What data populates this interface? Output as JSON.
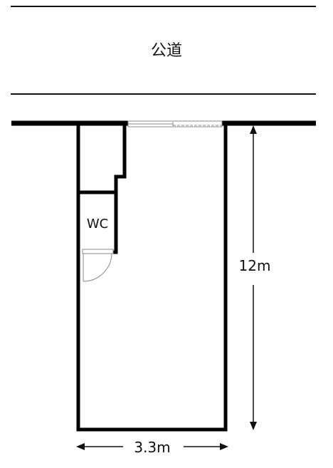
{
  "road": {
    "label": "公道"
  },
  "toilet": {
    "label": "WC"
  },
  "dimensions": {
    "depth": "12m",
    "width": "3.3m"
  },
  "colors": {
    "wall": "#000000",
    "line": "#111111",
    "door": "#888888",
    "background": "#ffffff"
  }
}
